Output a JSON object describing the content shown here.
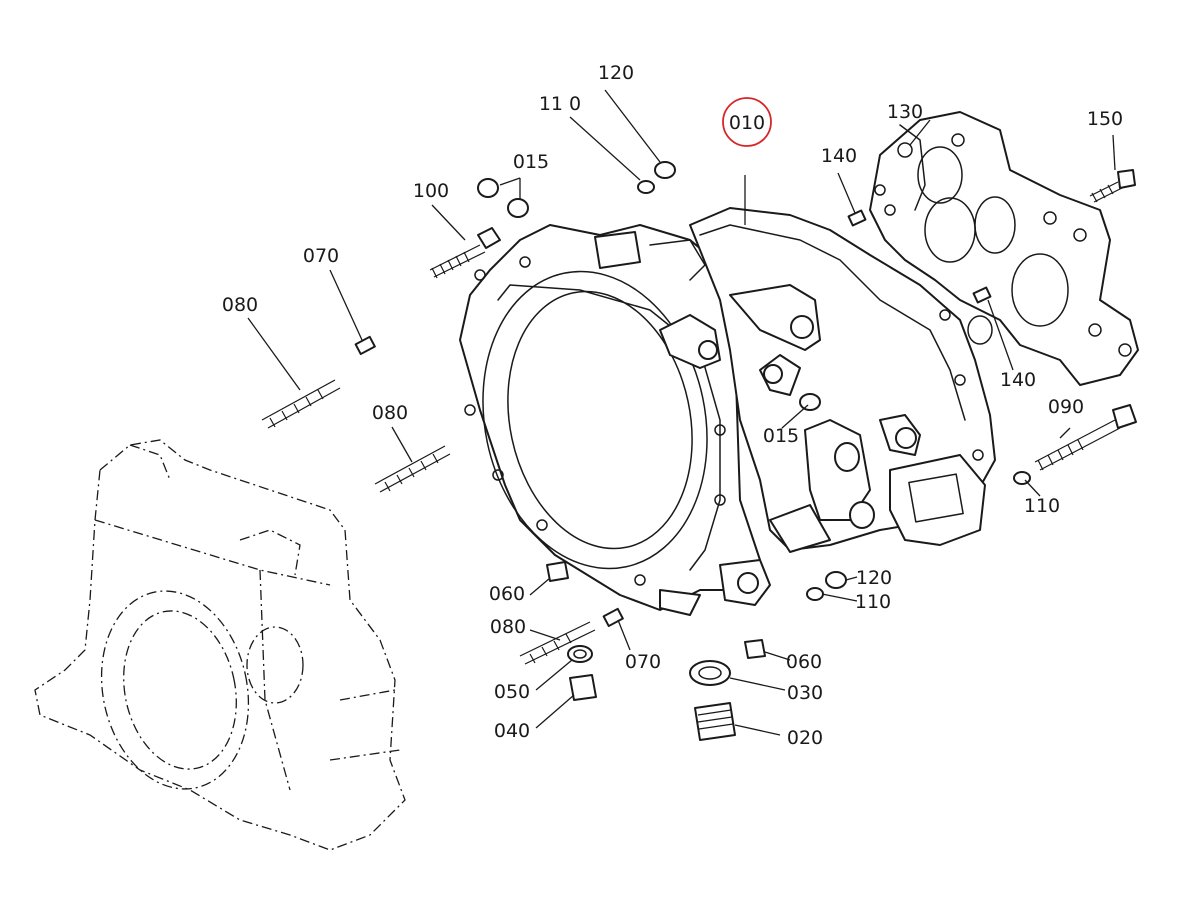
{
  "diagram": {
    "highlight_color": "#d62728",
    "line_color": "#1a1a1a",
    "highlighted_part": "010",
    "callouts": {
      "c010": "010",
      "c015_top": "015",
      "c015_mid": "015",
      "c020": "020",
      "c030": "030",
      "c040": "040",
      "c050": "050",
      "c060_left": "060",
      "c060_right": "060",
      "c070_top": "070",
      "c070_bottom": "070",
      "c080_top": "080",
      "c080_mid": "080",
      "c080_bottom": "080",
      "c090": "090",
      "c100": "100",
      "c110_top": "11 0",
      "c110_right": "110",
      "c110_lower": "110",
      "c120_top": "120",
      "c120_right": "120",
      "c130": "130",
      "c140_top": "140",
      "c140_right": "140",
      "c150": "150"
    }
  }
}
